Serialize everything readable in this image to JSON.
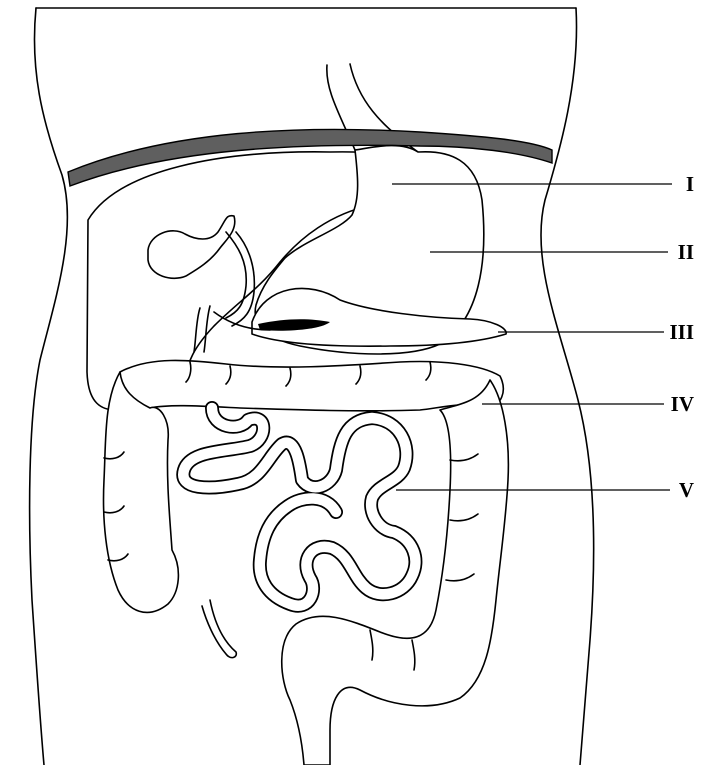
{
  "labels": {
    "i": "I",
    "ii": "II",
    "iii": "III",
    "iv": "IV",
    "v": "V"
  },
  "colors": {
    "diaphragm": "#5f5f5f",
    "pancreatic_duct": "#000000",
    "line": "#000000",
    "background": "#ffffff"
  }
}
